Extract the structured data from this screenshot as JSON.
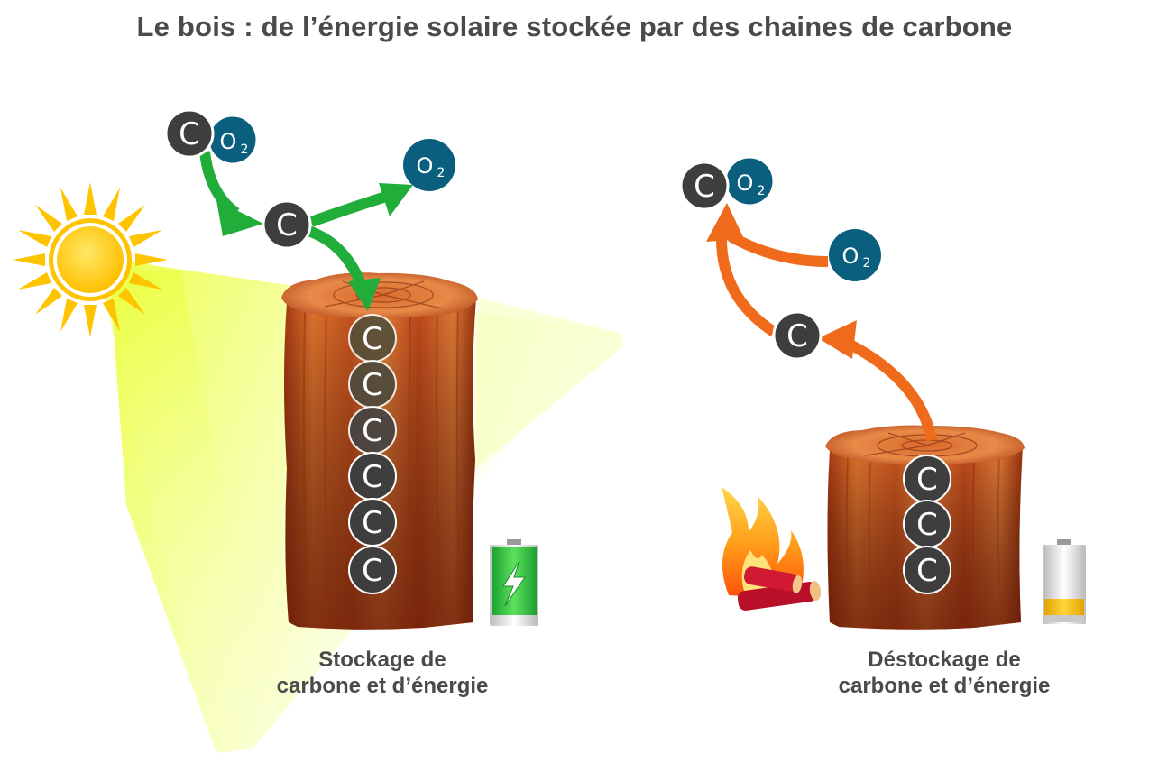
{
  "title": "Le bois : de l’énergie solaire stockée par des chaines de carbone",
  "captions": {
    "left_line1": "Stockage de",
    "left_line2": "carbone et d’énergie",
    "right_line1": "Déstockage de",
    "right_line2": "carbone et d’énergie"
  },
  "symbols": {
    "carbon": "C",
    "oxygen": "O",
    "subscript": "2"
  },
  "colors": {
    "title": "#4a4a4a",
    "carbon_atom": "#3e3e3e",
    "oxygen_atom": "#0b5f7e",
    "arrow_storage": "#21ad3a",
    "arrow_release": "#f06a1c",
    "sun": "#ffcc00",
    "wood": "#c9541f"
  },
  "icons": {
    "sun": "sun-icon",
    "battery_full": "battery-charging-icon",
    "battery_low": "battery-low-icon",
    "fire": "fire-icon"
  }
}
